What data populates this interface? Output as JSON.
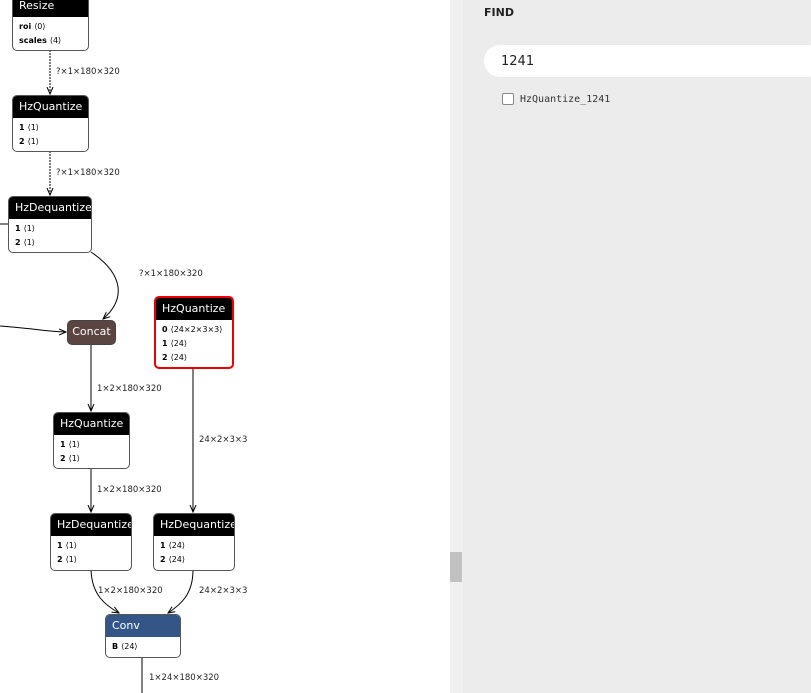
{
  "graph": {
    "resize": {
      "title": "Resize",
      "attrs": [
        {
          "k": "roi",
          "v": "⟨0⟩"
        },
        {
          "k": "scales",
          "v": "⟨4⟩"
        }
      ]
    },
    "hzq1": {
      "title": "HzQuantize",
      "attrs": [
        {
          "k": "1",
          "v": "⟨1⟩"
        },
        {
          "k": "2",
          "v": "⟨1⟩"
        }
      ]
    },
    "hzd1": {
      "title": "HzDequantize",
      "attrs": [
        {
          "k": "1",
          "v": "⟨1⟩"
        },
        {
          "k": "2",
          "v": "⟨1⟩"
        }
      ]
    },
    "concat": {
      "title": "Concat"
    },
    "hzq_sel": {
      "title": "HzQuantize",
      "attrs": [
        {
          "k": "0",
          "v": "⟨24×2×3×3⟩"
        },
        {
          "k": "1",
          "v": "⟨24⟩"
        },
        {
          "k": "2",
          "v": "⟨24⟩"
        }
      ]
    },
    "hzq2": {
      "title": "HzQuantize",
      "attrs": [
        {
          "k": "1",
          "v": "⟨1⟩"
        },
        {
          "k": "2",
          "v": "⟨1⟩"
        }
      ]
    },
    "hzd2": {
      "title": "HzDequantize",
      "attrs": [
        {
          "k": "1",
          "v": "⟨1⟩"
        },
        {
          "k": "2",
          "v": "⟨1⟩"
        }
      ]
    },
    "hzd3": {
      "title": "HzDequantize",
      "attrs": [
        {
          "k": "1",
          "v": "⟨24⟩"
        },
        {
          "k": "2",
          "v": "⟨24⟩"
        }
      ]
    },
    "conv": {
      "title": "Conv",
      "attrs": [
        {
          "k": "B",
          "v": "⟨24⟩"
        }
      ]
    },
    "edges": {
      "e1": "?×1×180×320",
      "e2": "?×1×180×320",
      "e3": "?×1×180×320",
      "e4": "1×2×180×320",
      "e5": "24×2×3×3",
      "e6": "1×2×180×320",
      "e7": "1×2×180×320",
      "e8": "24×2×3×3",
      "e9": "1×24×180×320"
    }
  },
  "find": {
    "title": "FIND",
    "query": "1241",
    "results": [
      "HzQuantize_1241"
    ]
  }
}
